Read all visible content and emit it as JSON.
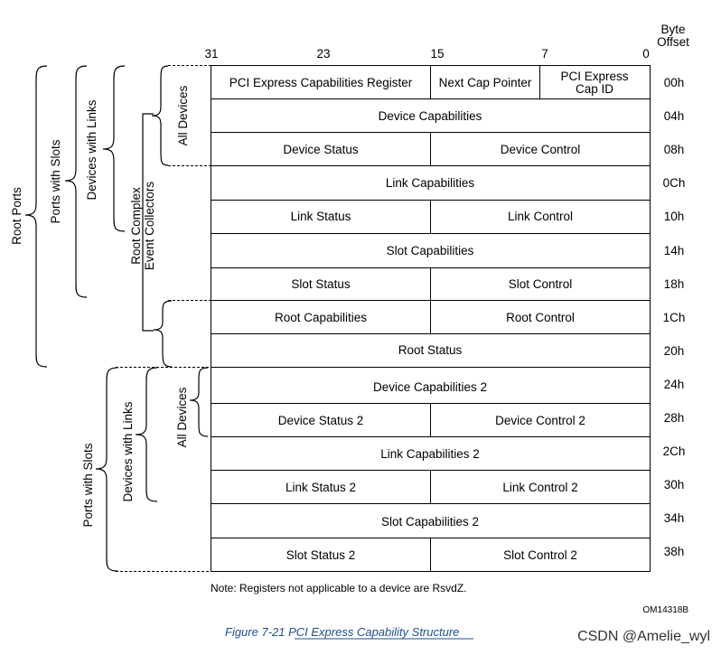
{
  "header": {
    "byte_offset": [
      "Byte",
      "Offset"
    ],
    "bit_labels": [
      "31",
      "23",
      "15",
      "7",
      "0"
    ]
  },
  "rows": [
    {
      "offset": "00h",
      "cells": [
        "PCI Express Capabilities Register",
        "Next Cap Pointer",
        "PCI Express Cap ID"
      ]
    },
    {
      "offset": "04h",
      "cells": [
        "Device Capabilities"
      ]
    },
    {
      "offset": "08h",
      "cells": [
        "Device Status",
        "Device Control"
      ]
    },
    {
      "offset": "0Ch",
      "cells": [
        "Link Capabilities"
      ]
    },
    {
      "offset": "10h",
      "cells": [
        "Link Status",
        "Link Control"
      ]
    },
    {
      "offset": "14h",
      "cells": [
        "Slot Capabilities"
      ]
    },
    {
      "offset": "18h",
      "cells": [
        "Slot Status",
        "Slot Control"
      ]
    },
    {
      "offset": "1Ch",
      "cells": [
        "Root Capabilities",
        "Root Control"
      ]
    },
    {
      "offset": "20h",
      "cells": [
        "Root Status"
      ]
    },
    {
      "offset": "24h",
      "cells": [
        "Device Capabilities 2"
      ]
    },
    {
      "offset": "28h",
      "cells": [
        "Device Status 2",
        "Device Control 2"
      ]
    },
    {
      "offset": "2Ch",
      "cells": [
        "Link Capabilities 2"
      ]
    },
    {
      "offset": "30h",
      "cells": [
        "Link Status 2",
        "Link Control 2"
      ]
    },
    {
      "offset": "34h",
      "cells": [
        "Slot Capabilities 2"
      ]
    },
    {
      "offset": "38h",
      "cells": [
        "Slot Status 2",
        "Slot Control 2"
      ]
    }
  ],
  "brackets": {
    "root_ports": "Root Ports",
    "ports_with_slots": "Ports with Slots",
    "devices_with_links": "Devices with Links",
    "all_devices": "All Devices",
    "root_complex": [
      "Root Complex",
      "Event Collectors"
    ],
    "ports_with_slots_2": "Ports with Slots",
    "devices_with_links_2": "Devices with Links",
    "all_devices_2": "All Devices"
  },
  "note": "Note:  Registers not applicable to a device are RsvdZ.",
  "figure_id": "OM14318B",
  "caption": "Figure  7-21  PCI Express Capability Structure",
  "watermark": "CSDN @Amelie_wyl"
}
